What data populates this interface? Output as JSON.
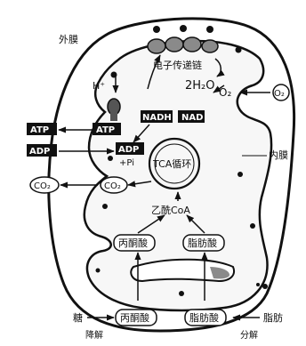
{
  "labels": {
    "outer_membrane": "外膜",
    "inner_membrane": "内膜",
    "electron_chain": "电子传递链",
    "h_plus": "H⁺",
    "water": "2H₂O",
    "o2_inner": "O₂",
    "o2_outer": "O₂",
    "nadh": "NADH",
    "nad": "NAD",
    "atp_outer": "ATP",
    "atp_inner": "ATP",
    "adp_outer": "ADP",
    "adp_inner": "ADP",
    "pi": "+Pi",
    "co2_outer": "CO₂",
    "co2_inner": "CO₂",
    "tca": "TCA循环",
    "acetyl_coa": "乙酰CoA",
    "pyruvate_inner": "丙酮酸",
    "fatty_acid_inner": "脂肪酸",
    "pyruvate_outer": "丙酮酸",
    "fatty_acid_outer": "脂肪酸",
    "sugar": "糖",
    "fat": "脂肪",
    "glycolysis": "降解",
    "decomposition": "分解"
  },
  "colors": {
    "ink": "#111111",
    "paper": "#ffffff",
    "matrix": "#f7f7f7",
    "shade": "#8a8a8a"
  }
}
